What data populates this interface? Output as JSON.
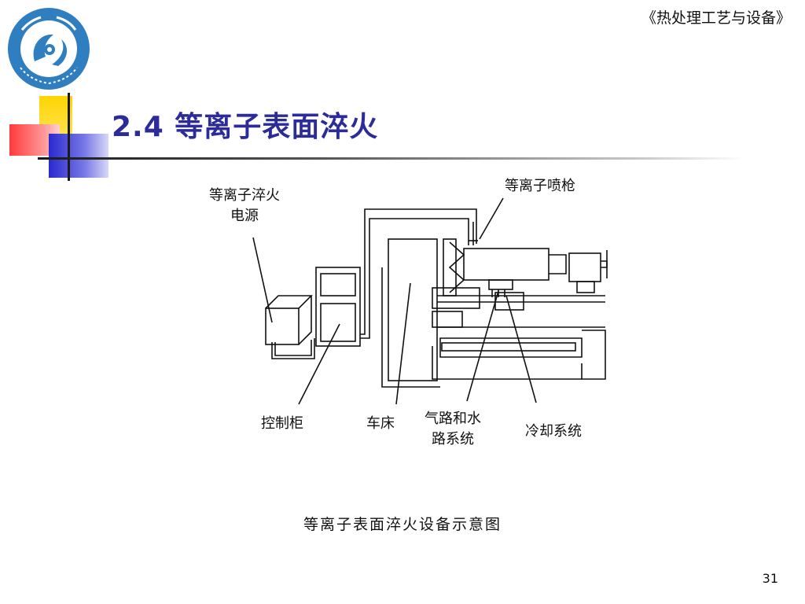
{
  "header": {
    "course_title": "《热处理工艺与设备》"
  },
  "logo": {
    "name": "shandong-university-of-science-and-technology-logo"
  },
  "slide": {
    "title": "2.4  等离子表面淬火"
  },
  "diagram": {
    "labels": {
      "power_supply": "等离子淬火\n电源",
      "plasma_gun": "等离子喷枪",
      "control_cabinet": "控制柜",
      "lathe": "车床",
      "gas_water": "气路和水\n路系统",
      "cooling": "冷却系统"
    }
  },
  "caption": "等离子表面淬火设备示意图",
  "footer": {
    "page_number": "31"
  },
  "colors": {
    "title": "#2b2b9a",
    "accent_yellow": "#ffd400",
    "accent_red": "#ff3a3a",
    "accent_blue": "#2a2ad0"
  }
}
